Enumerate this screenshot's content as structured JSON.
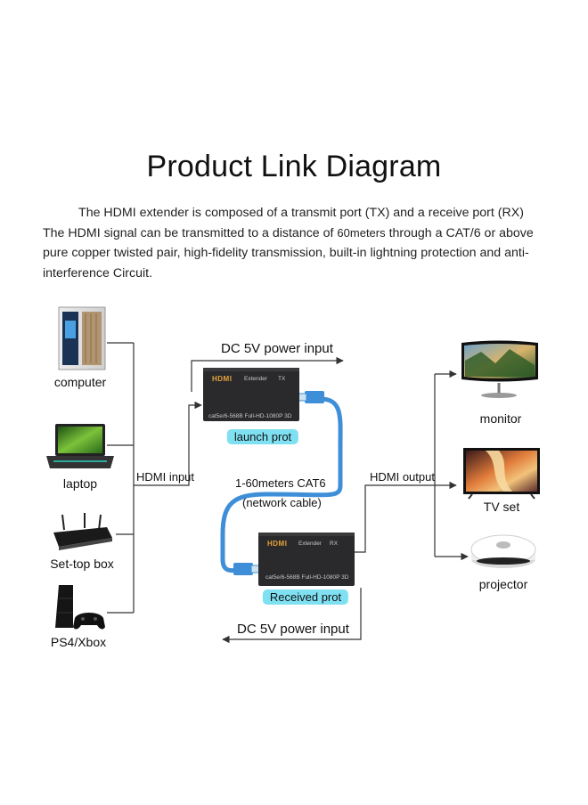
{
  "title": "Product Link Diagram",
  "intro": {
    "line1": "The HDMI extender is composed of a transmit port (TX) and a receive port (RX)",
    "line2_a": "The HDMI signal can be transmitted to a distance of ",
    "line2_b": "60meters",
    "line2_c": " through a CAT/6 or above",
    "line3": "pure copper twisted pair, high-fidelity transmission, built-in lightning protection and anti-",
    "line4": "interference Circuit."
  },
  "sources": [
    {
      "label": "computer",
      "icon": "desktop-tower-icon"
    },
    {
      "label": "laptop",
      "icon": "laptop-icon"
    },
    {
      "label": "Set-top box",
      "icon": "router-box-icon"
    },
    {
      "label": "PS4/Xbox",
      "icon": "game-console-icon"
    }
  ],
  "outputs": [
    {
      "label": "monitor",
      "icon": "monitor-icon"
    },
    {
      "label": "TV set",
      "icon": "tv-icon"
    },
    {
      "label": "projector",
      "icon": "projector-icon"
    }
  ],
  "labels": {
    "hdmi_input": "HDMI input",
    "hdmi_output": "HDMI output",
    "dc_top": "DC 5V power input",
    "dc_bottom": "DC 5V power input",
    "cable_1": "1-60meters CAT6",
    "cable_2": "(network cable)",
    "launch": "launch prot",
    "received": "Received prot"
  },
  "tx_box": {
    "brand": "HDMI",
    "name": "Extender",
    "tag": "TX",
    "spec": "cat5e/6-568B Full-HD-1080P 3D"
  },
  "rx_box": {
    "brand": "HDMI",
    "name": "Extender",
    "tag": "RX",
    "spec": "cat5e/6-568B Full-HD-1080P 3D"
  },
  "colors": {
    "cable": "#3f8fd8",
    "port_label_bg": "#7fe0f2",
    "box": "#2a2a2c",
    "brand": "#e8a23c"
  }
}
